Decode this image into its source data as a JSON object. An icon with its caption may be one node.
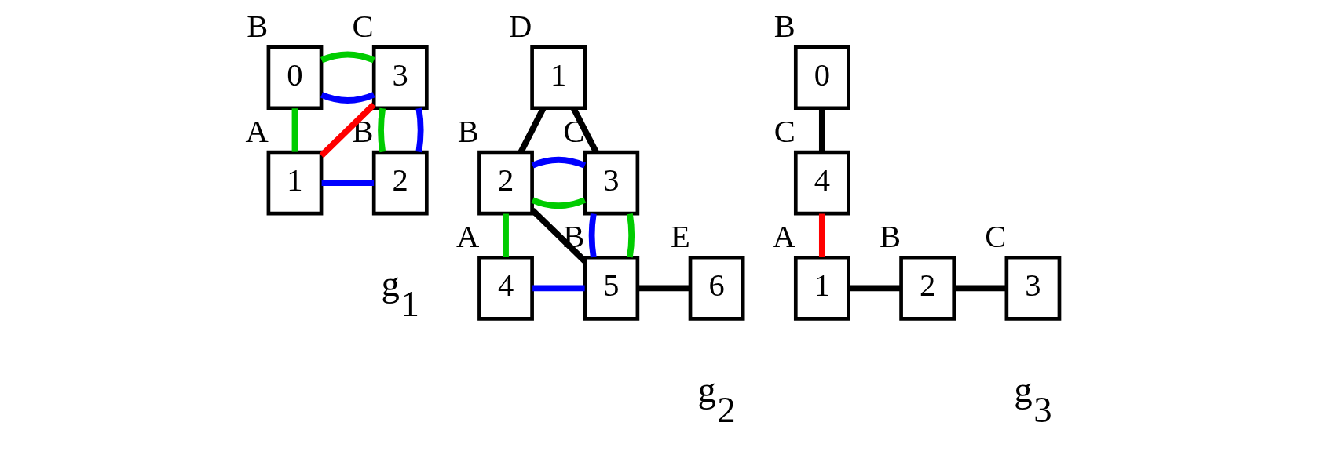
{
  "diagram": {
    "nodes": [
      {
        "text": [
          "0"
        ],
        "beside": [
          "B"
        ]
      },
      {
        "text": [
          "3"
        ],
        "beside": [
          "C"
        ]
      },
      {
        "text": [
          "1"
        ],
        "beside": [
          "A"
        ]
      },
      {
        "text": [
          "2"
        ],
        "beside": [
          "B"
        ]
      },
      {
        "text": [
          "1"
        ],
        "beside": [
          "D"
        ]
      },
      {
        "text": [
          "2"
        ],
        "beside": [
          "B"
        ]
      },
      {
        "text": [
          "3"
        ],
        "beside": [
          "C"
        ]
      },
      {
        "text": [
          "4"
        ],
        "beside": [
          "A"
        ]
      },
      {
        "text": [
          "5"
        ],
        "beside": [
          "B"
        ]
      },
      {
        "text": [
          "6"
        ],
        "beside": [
          "E"
        ]
      },
      {
        "text": [
          "0"
        ],
        "beside": [
          "B"
        ]
      },
      {
        "text": [
          "4"
        ],
        "beside": [
          "C"
        ]
      },
      {
        "text": [
          "1"
        ],
        "beside": [
          "A"
        ]
      },
      {
        "text": [
          "2"
        ],
        "beside": [
          "B"
        ]
      },
      {
        "text": [
          "3"
        ],
        "beside": [
          "C"
        ]
      }
    ],
    "edges": [
      {
        "from": 0,
        "to": 1,
        "arrow": "none",
        "color": "#0000ff"
      },
      {
        "from": 0,
        "to": 1,
        "arrow": "none",
        "color": "#00cc00"
      },
      {
        "from": 0,
        "to": 2,
        "arrow": "none",
        "color": "#00cc00"
      },
      {
        "from": 2,
        "to": 1,
        "arrow": "none",
        "color": "#ff0000"
      },
      {
        "from": 1,
        "to": 3,
        "arrow": "none",
        "color": "#00cc00"
      },
      {
        "from": 1,
        "to": 3,
        "arrow": "none",
        "color": "#0000ff"
      },
      {
        "from": 2,
        "to": 3,
        "arrow": "none",
        "color": "#0000ff"
      },
      {
        "from": 4,
        "to": 5,
        "arrow": "none"
      },
      {
        "from": 4,
        "to": 6,
        "arrow": "none"
      },
      {
        "from": 5,
        "to": 6,
        "arrow": "none",
        "color": "#00cc00"
      },
      {
        "from": 5,
        "to": 6,
        "arrow": "none",
        "color": "#0000ff"
      },
      {
        "from": 5,
        "to": 7,
        "arrow": "none",
        "color": "#00cc00"
      },
      {
        "from": 5,
        "to": 8,
        "arrow": "none"
      },
      {
        "from": 6,
        "to": 8,
        "arrow": "none",
        "color": "#0000ff"
      },
      {
        "from": 6,
        "to": 8,
        "arrow": "none",
        "color": "#00cc00"
      },
      {
        "from": 7,
        "to": 8,
        "arrow": "none",
        "color": "#0000ff"
      },
      {
        "from": 8,
        "to": 9,
        "arrow": "none"
      },
      {
        "from": 10,
        "to": 11,
        "arrow": "none"
      },
      {
        "from": 11,
        "to": 12,
        "arrow": "none",
        "color": "#ff0000"
      },
      {
        "from": 12,
        "to": 13,
        "arrow": "none"
      },
      {
        "from": 13,
        "to": 14,
        "arrow": "none"
      }
    ],
    "labels": [
      "g$_{1}$",
      "g$_{2}$",
      "g$_{3}$"
    ]
  }
}
